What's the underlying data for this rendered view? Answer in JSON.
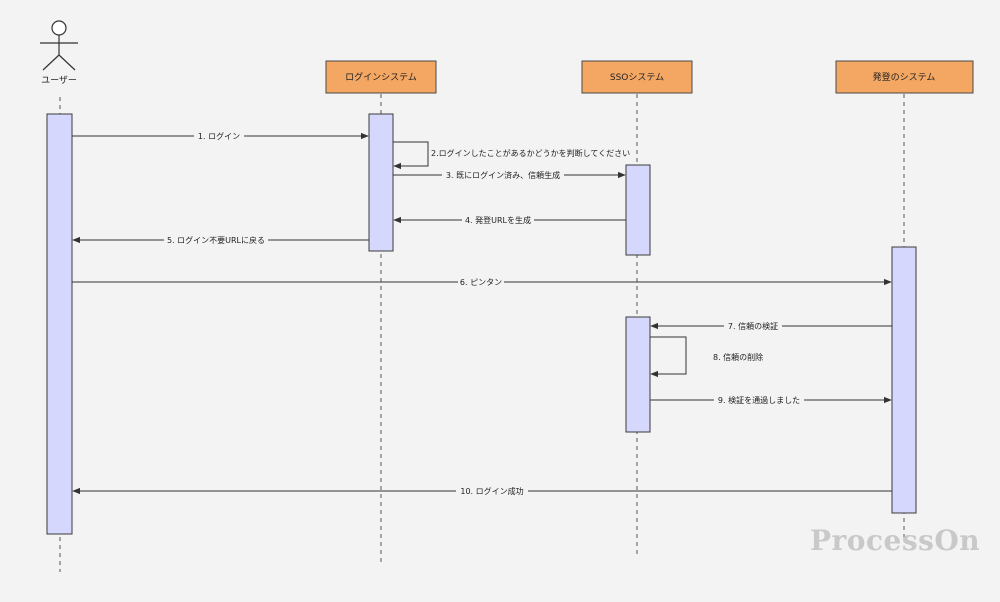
{
  "colors": {
    "background": "#f3f3f3",
    "participant_fill": "#f4a763",
    "participant_border": "#4a4a4a",
    "activation_fill": "#d5d8fc",
    "activation_border": "#3b3b3b",
    "line": "#333333",
    "watermark": "#c9c9c9"
  },
  "participants": [
    {
      "id": "user",
      "label": "ユーザー",
      "kind": "actor"
    },
    {
      "id": "login",
      "label": "ログインシステム",
      "kind": "box"
    },
    {
      "id": "sso",
      "label": "SSOシステム",
      "kind": "box"
    },
    {
      "id": "issuer",
      "label": "発登のシステム",
      "kind": "box"
    }
  ],
  "messages": [
    {
      "label": "1. ログイン",
      "from": "user",
      "to": "login"
    },
    {
      "label": "2.ログインしたことがあるかどうかを判断してください",
      "from": "login",
      "to": "login",
      "self": true
    },
    {
      "label": "3. 既にログイン済み、信頼生成",
      "from": "login",
      "to": "sso"
    },
    {
      "label": "4. 発登URLを生成",
      "from": "sso",
      "to": "login"
    },
    {
      "label": "5. ログイン不要URLに戻る",
      "from": "login",
      "to": "user"
    },
    {
      "label": "6. ピンタン",
      "from": "user",
      "to": "issuer"
    },
    {
      "label": "7. 信頼の検証",
      "from": "issuer",
      "to": "sso"
    },
    {
      "label": "8. 信頼の削除",
      "from": "sso",
      "to": "sso",
      "self": true
    },
    {
      "label": "9. 検証を通過しました",
      "from": "sso",
      "to": "issuer"
    },
    {
      "label": "10. ログイン成功",
      "from": "issuer",
      "to": "user"
    }
  ],
  "watermark": "ProcessOn"
}
